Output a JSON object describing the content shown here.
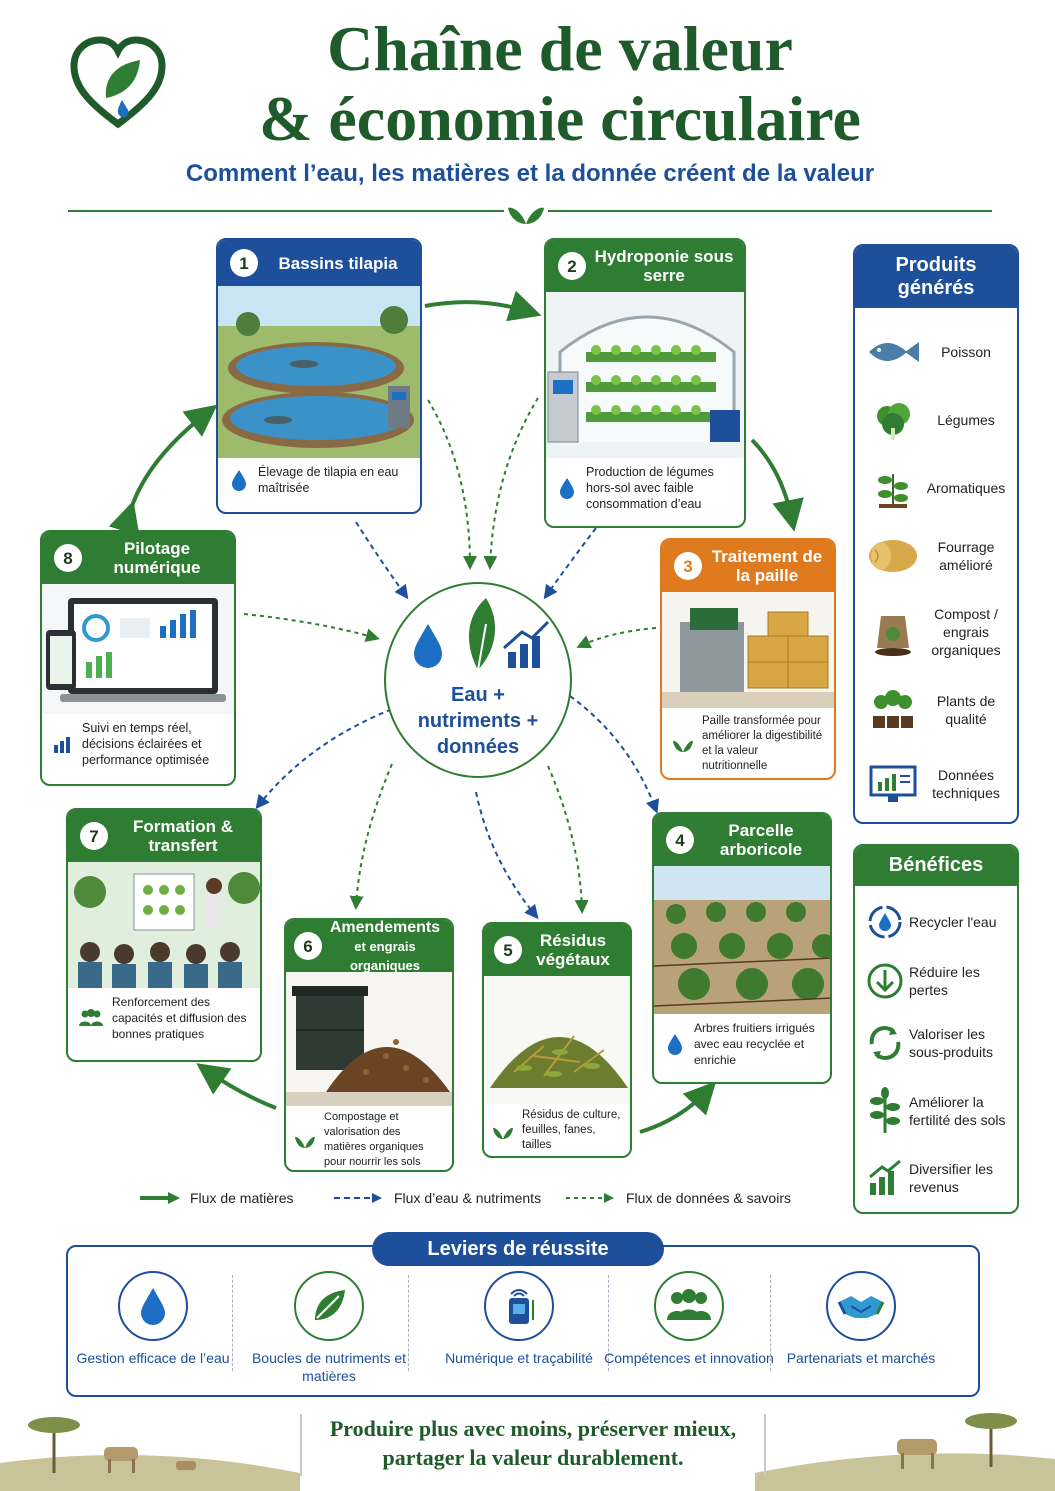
{
  "header": {
    "title_line1": "Chaîne de valeur",
    "title_line2": "& économie circulaire",
    "subtitle": "Comment l’eau, les matières et la donnée créent de la valeur"
  },
  "colors": {
    "green": "#2e7d32",
    "blue": "#1d4f9a",
    "orange": "#e07a1f"
  },
  "center": {
    "line1": "Eau +",
    "line2": "nutriments +",
    "line3": "données"
  },
  "steps": [
    {
      "number": "1",
      "title": "Bassins tilapia",
      "desc": "Élevage de tilapia en eau maîtrisée",
      "icon": "water-drop-icon"
    },
    {
      "number": "2",
      "title": "Hydroponie sous serre",
      "desc": "Production de légumes hors-sol avec faible consommation d’eau",
      "icon": "water-drop-icon"
    },
    {
      "number": "3",
      "title": "Traitement de la paille",
      "desc": "Paille transformée pour améliorer la digestibilité et la valeur nutritionnelle",
      "icon": "leaf-icon"
    },
    {
      "number": "4",
      "title": "Parcelle arboricole",
      "desc": "Arbres fruitiers irrigués avec eau recyclée et enrichie",
      "icon": "water-drop-icon"
    },
    {
      "number": "5",
      "title": "Résidus végétaux",
      "desc": "Résidus de culture, feuilles, fanes, tailles",
      "icon": "leaf-icon"
    },
    {
      "number": "6",
      "title": "Amendements",
      "title_sub": "et engrais organiques",
      "desc": "Compostage et valorisation des matières organiques pour nourrir les sols",
      "icon": "leaf-icon"
    },
    {
      "number": "7",
      "title": "Formation & transfert",
      "desc": "Renforcement des capacités et diffusion des bonnes pratiques",
      "icon": "people-icon"
    },
    {
      "number": "8",
      "title": "Pilotage numérique",
      "desc": "Suivi en temps réel, décisions éclairées et performance optimisée",
      "icon": "chart-icon"
    }
  ],
  "products": {
    "title": "Produits générés",
    "items": [
      {
        "label": "Poisson",
        "icon": "fish-icon"
      },
      {
        "label": "Légumes",
        "icon": "lettuce-icon"
      },
      {
        "label": "Aromatiques",
        "icon": "herb-icon"
      },
      {
        "label": "Fourrage amélioré",
        "icon": "hay-bale-icon"
      },
      {
        "label": "Compost / engrais organiques",
        "icon": "compost-sack-icon"
      },
      {
        "label": "Plants de qualité",
        "icon": "seedling-icon"
      },
      {
        "label": "Données techniques",
        "icon": "monitor-chart-icon"
      }
    ]
  },
  "benefits": {
    "title": "Bénéfices",
    "items": [
      {
        "label": "Recycler l'eau",
        "icon": "recycle-water-icon"
      },
      {
        "label": "Réduire les pertes",
        "icon": "arrow-down-circle-icon"
      },
      {
        "label": "Valoriser les sous-produits",
        "icon": "recycle-icon"
      },
      {
        "label": "Améliorer la fertilité des sols",
        "icon": "tree-icon"
      },
      {
        "label": "Diversifier les revenus",
        "icon": "growth-chart-icon"
      }
    ]
  },
  "legend": {
    "materials": "Flux de matières",
    "water": "Flux d’eau & nutriments",
    "data": "Flux de données & savoirs"
  },
  "levers": {
    "title": "Leviers de réussite",
    "items": [
      {
        "label": "Gestion efficace de l’eau",
        "icon": "water-drop-icon"
      },
      {
        "label": "Boucles de nutriments et matières",
        "icon": "leaf-icon"
      },
      {
        "label": "Numérique et traçabilité",
        "icon": "sensor-icon"
      },
      {
        "label": "Compétences et innovation",
        "icon": "group-icon"
      },
      {
        "label": "Partenariats et marchés",
        "icon": "handshake-icon"
      }
    ]
  },
  "footer": {
    "line1": "Produire plus avec moins, préserver mieux,",
    "line2": "partager la valeur durablement."
  }
}
